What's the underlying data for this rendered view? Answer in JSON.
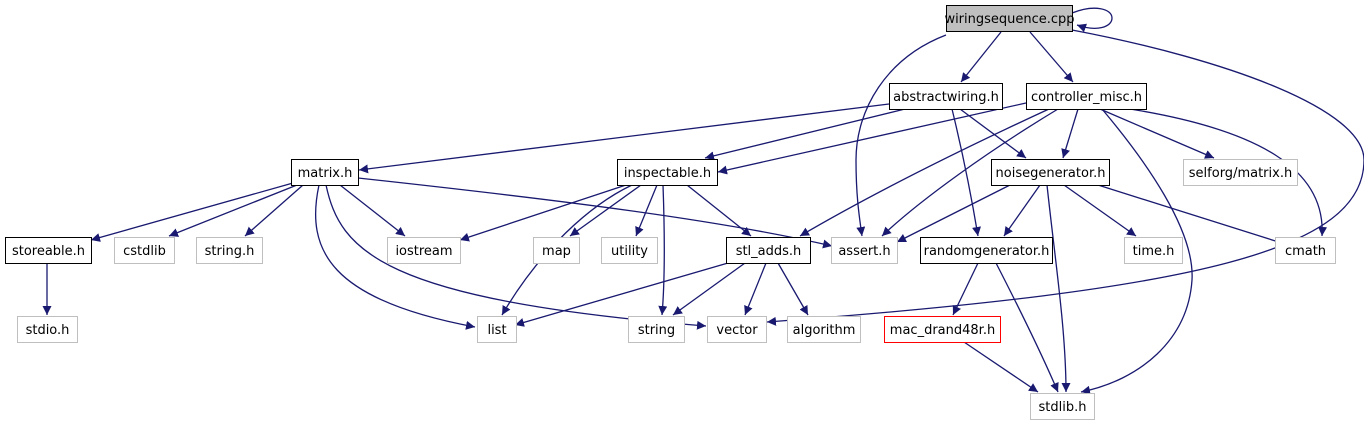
{
  "diagram": {
    "colors": {
      "edge": "#191970",
      "box_current_fill": "#bfbfbf",
      "box_current_stroke": "#000000",
      "box_documented_stroke": "#000000",
      "box_external_stroke": "#bfbfbf",
      "box_missing_stroke": "#ff0000",
      "background": "#ffffff"
    },
    "nodes": [
      {
        "id": "wiringsequence_cpp",
        "label": "wiringsequence.cpp",
        "kind": "current"
      },
      {
        "id": "abstractwiring_h",
        "label": "abstractwiring.h",
        "kind": "documented"
      },
      {
        "id": "controller_misc_h",
        "label": "controller_misc.h",
        "kind": "documented"
      },
      {
        "id": "matrix_h",
        "label": "matrix.h",
        "kind": "documented"
      },
      {
        "id": "inspectable_h",
        "label": "inspectable.h",
        "kind": "documented"
      },
      {
        "id": "noisegenerator_h",
        "label": "noisegenerator.h",
        "kind": "documented"
      },
      {
        "id": "selforg_matrix_h",
        "label": "selforg/matrix.h",
        "kind": "external"
      },
      {
        "id": "storeable_h",
        "label": "storeable.h",
        "kind": "documented"
      },
      {
        "id": "cstdlib",
        "label": "cstdlib",
        "kind": "external"
      },
      {
        "id": "string_h",
        "label": "string.h",
        "kind": "external"
      },
      {
        "id": "iostream",
        "label": "iostream",
        "kind": "external"
      },
      {
        "id": "map",
        "label": "map",
        "kind": "external"
      },
      {
        "id": "utility",
        "label": "utility",
        "kind": "external"
      },
      {
        "id": "stl_adds_h",
        "label": "stl_adds.h",
        "kind": "documented"
      },
      {
        "id": "assert_h",
        "label": "assert.h",
        "kind": "external"
      },
      {
        "id": "randomgenerator_h",
        "label": "randomgenerator.h",
        "kind": "documented"
      },
      {
        "id": "time_h",
        "label": "time.h",
        "kind": "external"
      },
      {
        "id": "cmath",
        "label": "cmath",
        "kind": "external"
      },
      {
        "id": "stdio_h",
        "label": "stdio.h",
        "kind": "external"
      },
      {
        "id": "list",
        "label": "list",
        "kind": "external"
      },
      {
        "id": "string",
        "label": "string",
        "kind": "external"
      },
      {
        "id": "vector",
        "label": "vector",
        "kind": "external"
      },
      {
        "id": "algorithm",
        "label": "algorithm",
        "kind": "external"
      },
      {
        "id": "mac_drand48r_h",
        "label": "mac_drand48r.h",
        "kind": "missing"
      },
      {
        "id": "stdlib_h",
        "label": "stdlib.h",
        "kind": "external"
      }
    ],
    "edges": [
      {
        "from": "wiringsequence_cpp",
        "to": "wiringsequence_cpp"
      },
      {
        "from": "wiringsequence_cpp",
        "to": "abstractwiring_h"
      },
      {
        "from": "wiringsequence_cpp",
        "to": "controller_misc_h"
      },
      {
        "from": "wiringsequence_cpp",
        "to": "assert_h"
      },
      {
        "from": "wiringsequence_cpp",
        "to": "vector"
      },
      {
        "from": "abstractwiring_h",
        "to": "matrix_h"
      },
      {
        "from": "abstractwiring_h",
        "to": "inspectable_h"
      },
      {
        "from": "abstractwiring_h",
        "to": "noisegenerator_h"
      },
      {
        "from": "abstractwiring_h",
        "to": "randomgenerator_h"
      },
      {
        "from": "controller_misc_h",
        "to": "inspectable_h"
      },
      {
        "from": "controller_misc_h",
        "to": "noisegenerator_h"
      },
      {
        "from": "controller_misc_h",
        "to": "selforg_matrix_h"
      },
      {
        "from": "controller_misc_h",
        "to": "cmath"
      },
      {
        "from": "controller_misc_h",
        "to": "stl_adds_h"
      },
      {
        "from": "controller_misc_h",
        "to": "assert_h"
      },
      {
        "from": "controller_misc_h",
        "to": "stdlib_h"
      },
      {
        "from": "matrix_h",
        "to": "storeable_h"
      },
      {
        "from": "matrix_h",
        "to": "cstdlib"
      },
      {
        "from": "matrix_h",
        "to": "string_h"
      },
      {
        "from": "matrix_h",
        "to": "iostream"
      },
      {
        "from": "matrix_h",
        "to": "assert_h"
      },
      {
        "from": "matrix_h",
        "to": "list"
      },
      {
        "from": "matrix_h",
        "to": "vector"
      },
      {
        "from": "inspectable_h",
        "to": "iostream"
      },
      {
        "from": "inspectable_h",
        "to": "map"
      },
      {
        "from": "inspectable_h",
        "to": "utility"
      },
      {
        "from": "inspectable_h",
        "to": "stl_adds_h"
      },
      {
        "from": "inspectable_h",
        "to": "list"
      },
      {
        "from": "inspectable_h",
        "to": "string"
      },
      {
        "from": "noisegenerator_h",
        "to": "assert_h"
      },
      {
        "from": "noisegenerator_h",
        "to": "randomgenerator_h"
      },
      {
        "from": "noisegenerator_h",
        "to": "time_h"
      },
      {
        "from": "noisegenerator_h",
        "to": "cmath"
      },
      {
        "from": "noisegenerator_h",
        "to": "stdlib_h"
      },
      {
        "from": "storeable_h",
        "to": "stdio_h"
      },
      {
        "from": "stl_adds_h",
        "to": "list"
      },
      {
        "from": "stl_adds_h",
        "to": "string"
      },
      {
        "from": "stl_adds_h",
        "to": "vector"
      },
      {
        "from": "stl_adds_h",
        "to": "algorithm"
      },
      {
        "from": "randomgenerator_h",
        "to": "mac_drand48r_h"
      },
      {
        "from": "randomgenerator_h",
        "to": "stdlib_h"
      },
      {
        "from": "mac_drand48r_h",
        "to": "stdlib_h"
      }
    ]
  }
}
